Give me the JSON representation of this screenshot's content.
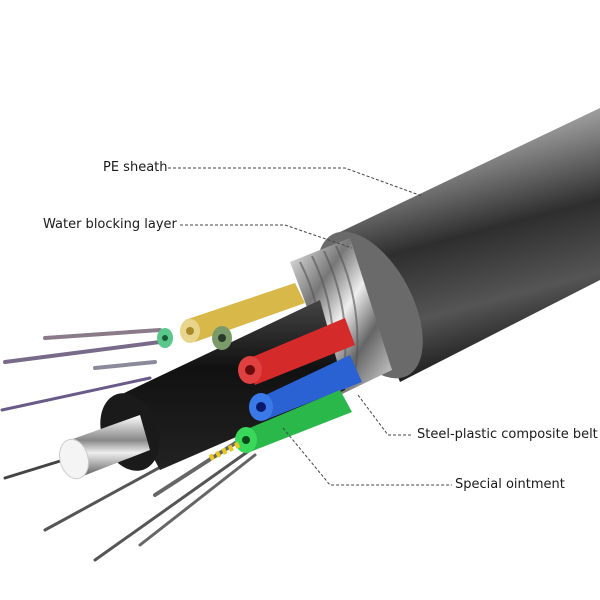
{
  "diagram": {
    "subject": "Optical fiber cable cross-section",
    "labels": [
      {
        "id": "pe-sheath",
        "text": "PE sheath"
      },
      {
        "id": "water-blocking-layer",
        "text": "Water blocking layer"
      },
      {
        "id": "steel-plastic-composite-belt",
        "text": "Steel-plastic composite belt"
      },
      {
        "id": "special-ointment",
        "text": "Special ointment"
      }
    ],
    "tube_colors": {
      "yellow": "#d9b84a",
      "dark_green": "#5a7a4a",
      "red": "#d42a2a",
      "blue": "#2a62d4",
      "green": "#2ab84a",
      "light_green": "#5ac88a"
    },
    "colors": {
      "sheath": "#3a3a3a",
      "steel": "#b8b8b8",
      "core": "#111111",
      "leader": "#444444"
    }
  }
}
